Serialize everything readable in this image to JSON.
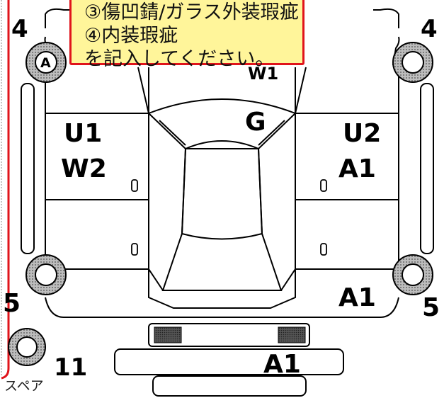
{
  "callout": {
    "lines": [
      "③傷凹錆/ガラス外装瑕疵",
      "④内装瑕疵",
      "を記入してください。"
    ]
  },
  "corner_numbers": {
    "front_left": "4",
    "front_right": "4",
    "rear_left": "5",
    "rear_right": "5",
    "spare": "11"
  },
  "tire_marks": {
    "front_left": "A"
  },
  "damage_marks": {
    "hood": "W1",
    "windshield": "G",
    "left_front_door_line1": "U1",
    "left_front_door_line2": "W2",
    "right_front_door_line1": "U2",
    "right_front_door_line2": "A1",
    "right_rear_quarter": "A1",
    "rear_bumper": "A1"
  },
  "spare_label": "スペア",
  "colors": {
    "callout_bg": "#fff59a",
    "callout_border": "#e0141b",
    "line": "#000000"
  }
}
